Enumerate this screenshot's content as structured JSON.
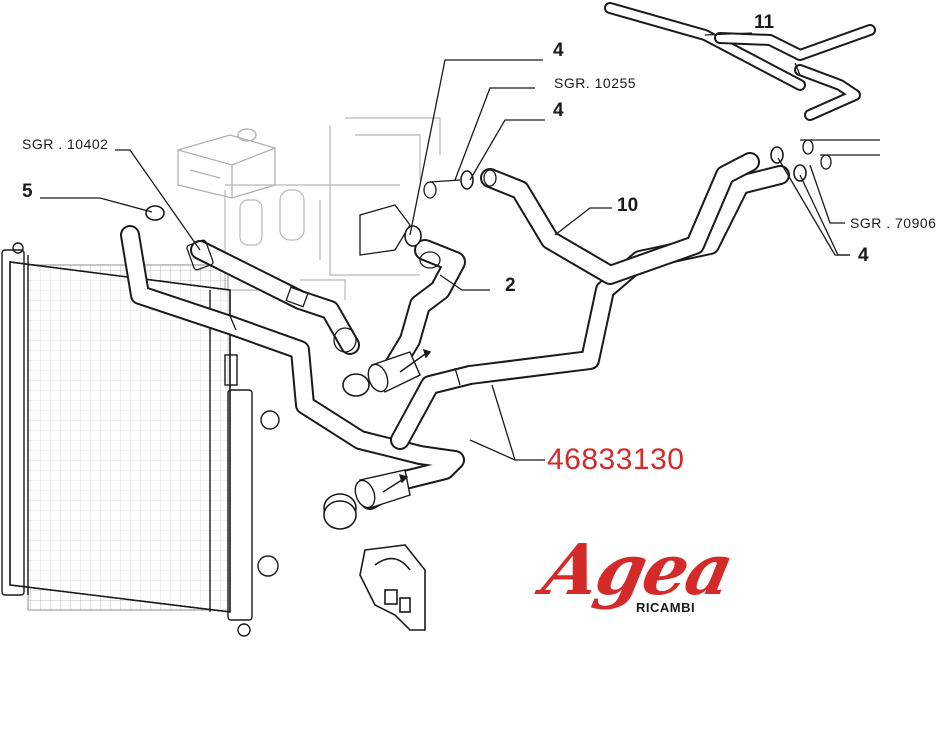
{
  "labels": {
    "callout_11": "11",
    "callout_4_top": "4",
    "ref_10255": "SGR. 10255",
    "callout_4_mid": "4",
    "ref_10402": "SGR . 10402",
    "callout_5": "5",
    "callout_10": "10",
    "callout_2": "2",
    "ref_70906": "SGR . 70906",
    "callout_4_right": "4",
    "part_number": "46833130"
  },
  "logo": {
    "brand": "Agea",
    "sub": "RICAMBI",
    "color": "#d42a2a"
  },
  "colors": {
    "line": "#1a1a1a",
    "accent": "#d42a2a",
    "background": "#ffffff"
  }
}
